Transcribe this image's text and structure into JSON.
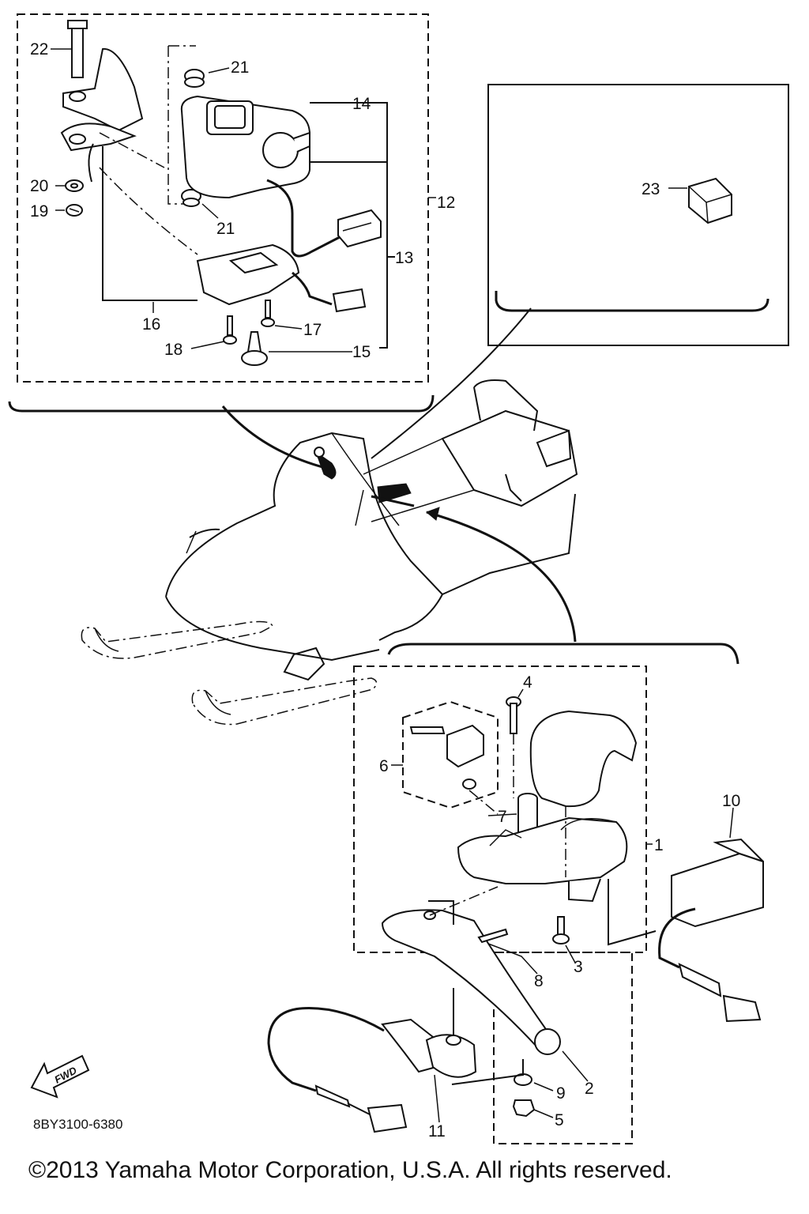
{
  "diagram": {
    "drawing_code": "8BY3100-6380",
    "copyright": "©2013 Yamaha Motor Corporation, U.S.A. All rights reserved.",
    "fwd_label": "FWD",
    "callouts": {
      "c1": "1",
      "c2": "2",
      "c3": "3",
      "c4": "4",
      "c5": "5",
      "c6": "6",
      "c7": "7",
      "c8": "8",
      "c9": "9",
      "c10": "10",
      "c11": "11",
      "c12": "12",
      "c13": "13",
      "c14": "14",
      "c15": "15",
      "c16": "16",
      "c17": "17",
      "c18": "18",
      "c19": "19",
      "c20": "20",
      "c21a": "21",
      "c21b": "21",
      "c22": "22",
      "c23": "23"
    }
  }
}
